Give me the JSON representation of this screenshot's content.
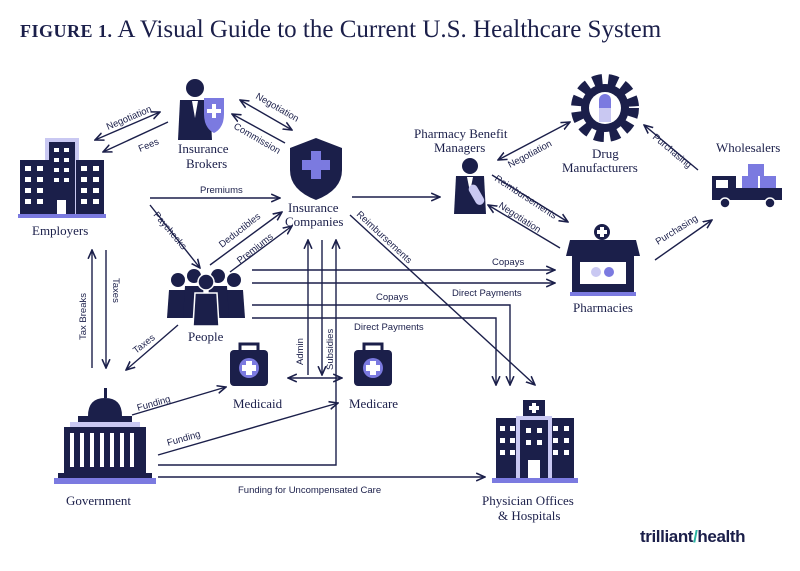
{
  "title": {
    "prefix": "FIGURE 1.",
    "text": "A Visual Guide to the Current U.S. Healthcare System"
  },
  "nodes": {
    "brokers": [
      "Insurance",
      "Brokers"
    ],
    "insurance": [
      "Insurance",
      "Companies"
    ],
    "pbm": [
      "Pharmacy Benefit",
      "Managers"
    ],
    "drug": [
      "Drug",
      "Manufacturers"
    ],
    "wholesalers": "Wholesalers",
    "employers": "Employers",
    "people": "People",
    "pharmacies": "Pharmacies",
    "medicaid": "Medicaid",
    "medicare": "Medicare",
    "government": "Government",
    "hospitals": [
      "Physician Offices",
      "& Hospitals"
    ]
  },
  "edges": {
    "negotiation_emp_brk": "Negotiation",
    "fees": "Fees",
    "negotiation_brk_ins": "Negotiation",
    "commission": "Commission",
    "premiums_emp": "Premiums",
    "paychecks": "Paychecks",
    "deductibles": "Deductibles",
    "premiums_ppl": "Premiums",
    "reimb_ins_hosp": "Reimbursements",
    "negotiation_pbm_drug": "Negotiation",
    "reimb_pbm_pharm": "Reimbursements",
    "negotiation_pbm_pharm": "Negotiation",
    "purchasing_whs_drug": "Purchasing",
    "purchasing_pharm_whs": "Purchasing",
    "copays_pharm": "Copays",
    "direct_pay_pharm": "Direct Payments",
    "copays_hosp": "Copays",
    "direct_pay_hosp": "Direct Payments",
    "tax_breaks": "Tax Breaks",
    "taxes_emp": "Taxes",
    "taxes_ppl": "Taxes",
    "admin": "Admin",
    "subsidies": "Subsidies",
    "funding_medicaid": "Funding",
    "funding_medicare": "Funding",
    "funding_uncomp": "Funding for Uncompensated Care"
  },
  "brand": {
    "name_a": "trilliant",
    "name_b": "health",
    "accent": "#2bb5a4"
  },
  "colors": {
    "navy": "#1b1f4a",
    "purple": "#7b7ae0",
    "lavender": "#c9c8f2"
  }
}
